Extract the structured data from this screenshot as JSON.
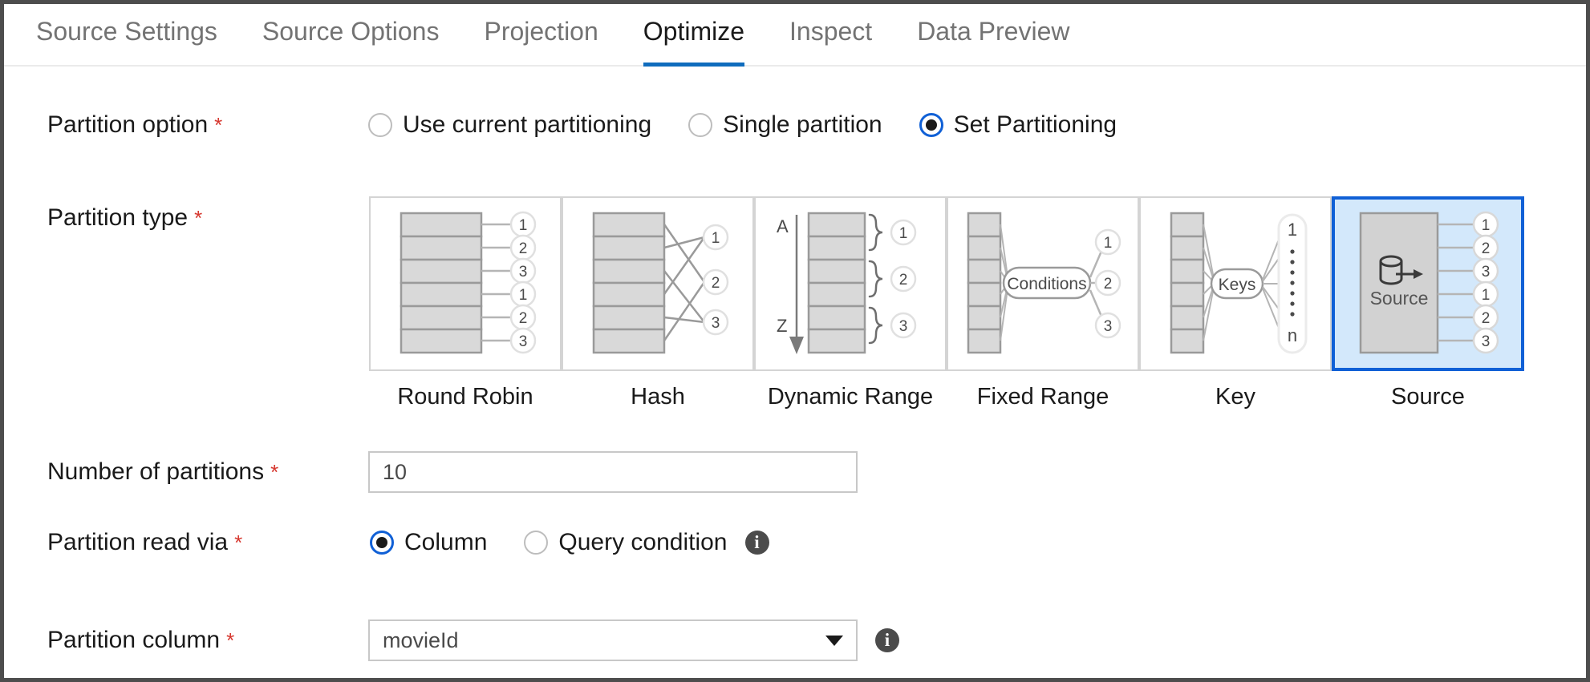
{
  "tabs": [
    {
      "label": "Source Settings",
      "active": false
    },
    {
      "label": "Source Options",
      "active": false
    },
    {
      "label": "Projection",
      "active": false
    },
    {
      "label": "Optimize",
      "active": true
    },
    {
      "label": "Inspect",
      "active": false
    },
    {
      "label": "Data Preview",
      "active": false
    }
  ],
  "partition_option": {
    "label": "Partition option",
    "required_marker": "*",
    "options": [
      {
        "label": "Use current partitioning",
        "checked": false
      },
      {
        "label": "Single partition",
        "checked": false
      },
      {
        "label": "Set Partitioning",
        "checked": true
      }
    ]
  },
  "partition_type": {
    "label": "Partition type",
    "required_marker": "*",
    "cards": [
      {
        "label": "Round Robin",
        "selected": false,
        "nodes": [
          "1",
          "2",
          "3",
          "1",
          "2",
          "3"
        ]
      },
      {
        "label": "Hash",
        "selected": false,
        "nodes": [
          "1",
          "2",
          "3"
        ]
      },
      {
        "label": "Dynamic Range",
        "selected": false,
        "nodes": [
          "1",
          "2",
          "3"
        ],
        "axis_start": "A",
        "axis_end": "Z"
      },
      {
        "label": "Fixed Range",
        "selected": false,
        "nodes": [
          "1",
          "2",
          "3"
        ],
        "pill": "Conditions"
      },
      {
        "label": "Key",
        "selected": false,
        "nodes": [
          "1",
          "n"
        ],
        "pill": "Keys"
      },
      {
        "label": "Source",
        "selected": true,
        "nodes": [
          "1",
          "2",
          "3",
          "1",
          "2",
          "3"
        ],
        "block_label": "Source",
        "block_icon": "database-export-icon"
      }
    ]
  },
  "number_of_partitions": {
    "label": "Number of partitions",
    "required_marker": "*",
    "value": "10"
  },
  "partition_read_via": {
    "label": "Partition read via",
    "required_marker": "*",
    "options": [
      {
        "label": "Column",
        "checked": true
      },
      {
        "label": "Query condition",
        "checked": false
      }
    ],
    "info_glyph": "i"
  },
  "partition_column": {
    "label": "Partition column",
    "required_marker": "*",
    "value": "movieId",
    "info_glyph": "i"
  },
  "colors": {
    "accent": "#1060d6",
    "tab_underline": "#0f6cbd",
    "selected_card_fill": "#d3e8fb",
    "required_asterisk": "#d6372e",
    "diagram_stroke": "#9a9a9a",
    "diagram_fill": "#d9d9d9"
  }
}
